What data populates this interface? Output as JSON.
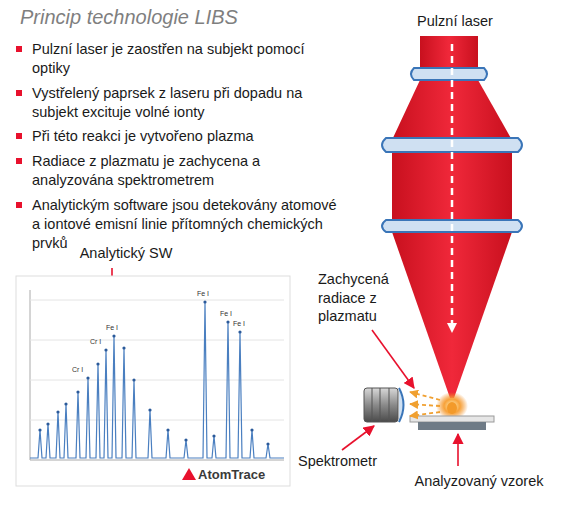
{
  "diagram": {
    "title": "Princip technologie LIBS",
    "labels": [
      "Pulzní laser",
      "Pulzní laser je zaostřen na subjekt pomocí optiky",
      "Vystřelený paprsek z laseru při dopadu na subjekt excituje volné ionty",
      "Při této reakci je vytvořeno plazma",
      "Radiace z plazmatu je zachycena a analyzována spektrometrem",
      "Analytickým software jsou detekovány atomové a iontové emisní linie přítomných chemických prvků",
      "Zachycená radiace z plazmatu",
      "Spektrometr",
      "Analyzovaný vzorek",
      "Analytický SW",
      "AtomTrace",
      "Cr I",
      "Cr I",
      "Fe I",
      "Fe I",
      "Fe I",
      "Fe I"
    ]
  }
}
